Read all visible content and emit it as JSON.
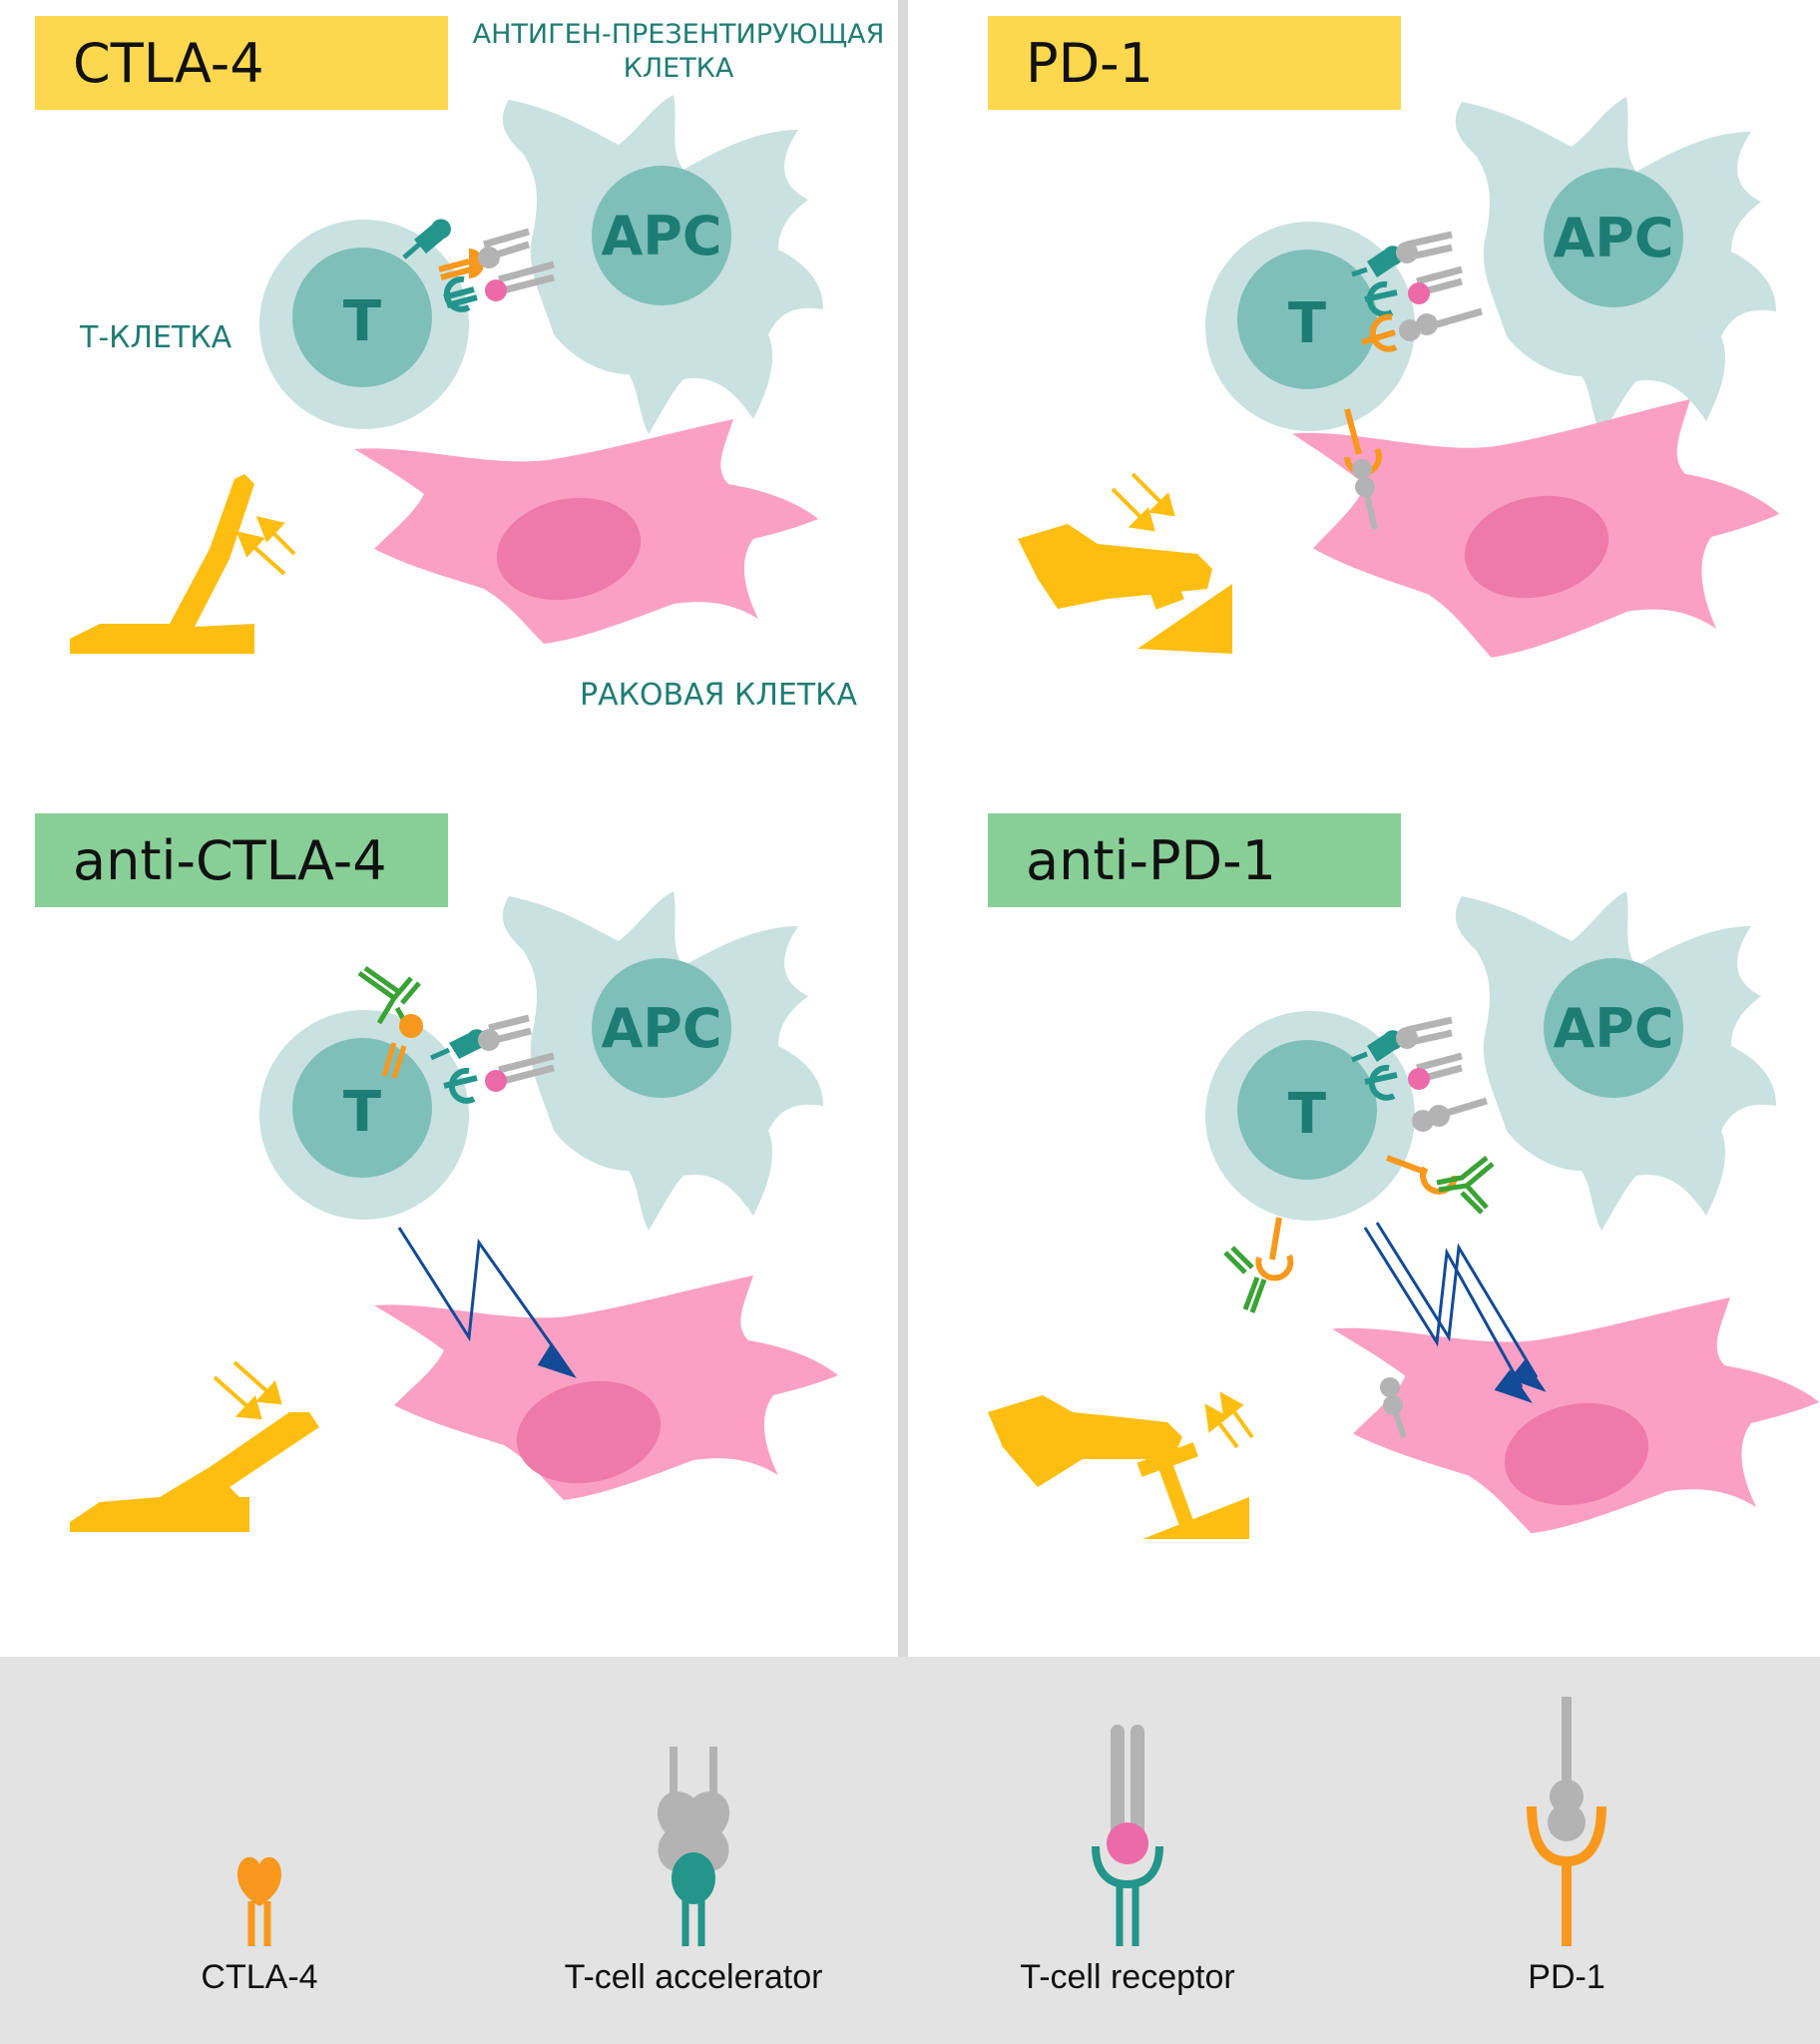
{
  "colors": {
    "label_yellow": "#fdd84f",
    "label_green": "#88cf97",
    "cell_light": "#c9e1e1",
    "nucleus": "#7fbfb9",
    "cell_text": "#1d7d74",
    "cancer_cell": "#fba0c5",
    "cancer_nucleus": "#ee7aab",
    "ctla4": "#f8981d",
    "accelerator": "#23958a",
    "receptor_grey": "#b3b3b3",
    "receptor_pink": "#ec6aa7",
    "antibody": "#39a335",
    "lever": "#fdbe10",
    "arrow_blue": "#134a96",
    "legend_bg": "#e3e3e3"
  },
  "panels": {
    "ctla4": {
      "title": "CTLA-4",
      "apc_label": "APC",
      "t_label": "T",
      "apc_caption": "АНТИГЕН-ПРЕЗЕНТИРУЮЩАЯ КЛЕТКА",
      "t_caption": "Т-КЛЕТКА",
      "cancer_caption": "РАКОВАЯ КЛЕТКА"
    },
    "pd1": {
      "title": "PD-1",
      "apc_label": "APC",
      "t_label": "T"
    },
    "anti_ctla4": {
      "title": "anti-CTLA-4",
      "apc_label": "APC",
      "t_label": "T"
    },
    "anti_pd1": {
      "title": "anti-PD-1",
      "apc_label": "APC",
      "t_label": "T"
    }
  },
  "legend": {
    "items": [
      {
        "label": "CTLA-4",
        "icon": "ctla4-icon"
      },
      {
        "label": "T-cell accelerator",
        "icon": "accelerator-icon"
      },
      {
        "label": "T-cell receptor",
        "icon": "receptor-icon"
      },
      {
        "label": "PD-1",
        "icon": "pd1-icon"
      }
    ]
  }
}
